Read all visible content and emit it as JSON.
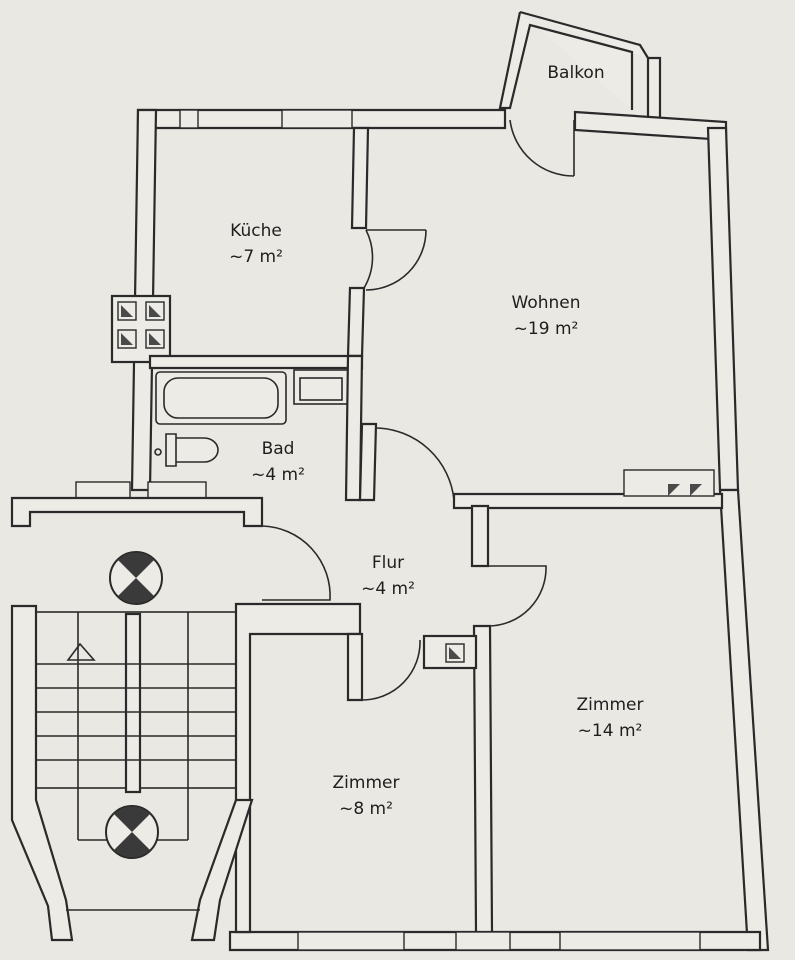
{
  "rooms": {
    "balkon": {
      "name": "Balkon",
      "area": ""
    },
    "kueche": {
      "name": "Küche",
      "area": "~7 m²"
    },
    "wohnen": {
      "name": "Wohnen",
      "area": "~19 m²"
    },
    "bad": {
      "name": "Bad",
      "area": "~4 m²"
    },
    "flur": {
      "name": "Flur",
      "area": "~4 m²"
    },
    "zimmer_small": {
      "name": "Zimmer",
      "area": "~8 m²"
    },
    "zimmer_large": {
      "name": "Zimmer",
      "area": "~14 m²"
    }
  },
  "colors": {
    "background": "#e9e8e3",
    "line": "#2a2a2a",
    "vent": "#4a4a4a"
  }
}
